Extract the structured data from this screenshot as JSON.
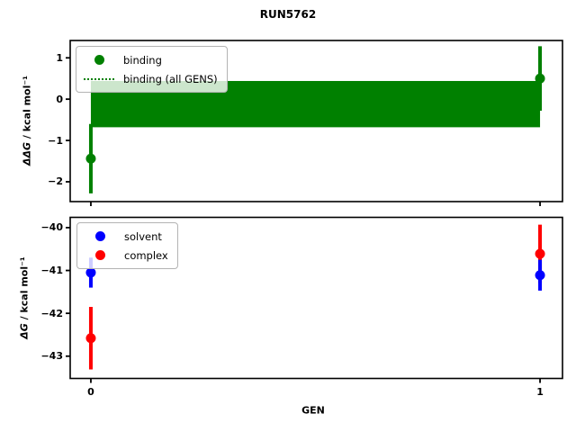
{
  "title": "RUN5762",
  "colors": {
    "binding": "#008000",
    "solvent": "#0000ff",
    "complex": "#ff0000",
    "axes": "#000000"
  },
  "chart_data": [
    {
      "type": "errorbar",
      "ylabel_symbol": "ΔΔG",
      "ylabel_units": " / kcal mol⁻¹",
      "xlabel": "",
      "xlim": [
        -0.046,
        1.05
      ],
      "ylim": [
        -2.48,
        1.42
      ],
      "grid": false,
      "legend_position": "upper-left",
      "yticks": [
        {
          "v": 1,
          "label": "1"
        },
        {
          "v": 0,
          "label": "0"
        },
        {
          "v": -1,
          "label": "−1"
        },
        {
          "v": -2,
          "label": "−2"
        }
      ],
      "xticks": [
        {
          "v": 0,
          "label": ""
        },
        {
          "v": 1,
          "label": ""
        }
      ],
      "band": {
        "name": "binding (all GENS)",
        "color": "#008000",
        "x0": 0,
        "x1": 1,
        "lo": -0.68,
        "hi": 0.44,
        "center": -0.12
      },
      "series": [
        {
          "name": "binding",
          "color": "#008000",
          "points": [
            {
              "x": 0,
              "y": -1.44,
              "err": 0.84
            },
            {
              "x": 1,
              "y": 0.5,
              "err": 0.78
            }
          ]
        }
      ],
      "legend": [
        {
          "label": "binding",
          "marker": "dot",
          "color": "#008000"
        },
        {
          "label": "binding (all GENS)",
          "marker": "dotted-line",
          "color": "#008000"
        }
      ]
    },
    {
      "type": "errorbar",
      "ylabel_symbol": "ΔG",
      "ylabel_units": " / kcal mol⁻¹",
      "xlabel": "GEN",
      "xlim": [
        -0.046,
        1.05
      ],
      "ylim": [
        -43.52,
        -39.76
      ],
      "grid": false,
      "legend_position": "upper-left",
      "yticks": [
        {
          "v": -40,
          "label": "−40"
        },
        {
          "v": -41,
          "label": "−41"
        },
        {
          "v": -42,
          "label": "−42"
        },
        {
          "v": -43,
          "label": "−43"
        }
      ],
      "xticks": [
        {
          "v": 0,
          "label": "0"
        },
        {
          "v": 1,
          "label": "1"
        }
      ],
      "series": [
        {
          "name": "complex",
          "color": "#ff0000",
          "points": [
            {
              "x": 0,
              "y": -42.58,
              "err": 0.73
            },
            {
              "x": 1,
              "y": -40.61,
              "err": 0.68
            }
          ]
        },
        {
          "name": "solvent",
          "color": "#0000ff",
          "points": [
            {
              "x": 0,
              "y": -41.05,
              "err": 0.35
            },
            {
              "x": 1,
              "y": -41.11,
              "err": 0.36
            }
          ]
        }
      ],
      "legend": [
        {
          "label": "solvent",
          "marker": "dot",
          "color": "#0000ff"
        },
        {
          "label": "complex",
          "marker": "dot",
          "color": "#ff0000"
        }
      ]
    }
  ]
}
